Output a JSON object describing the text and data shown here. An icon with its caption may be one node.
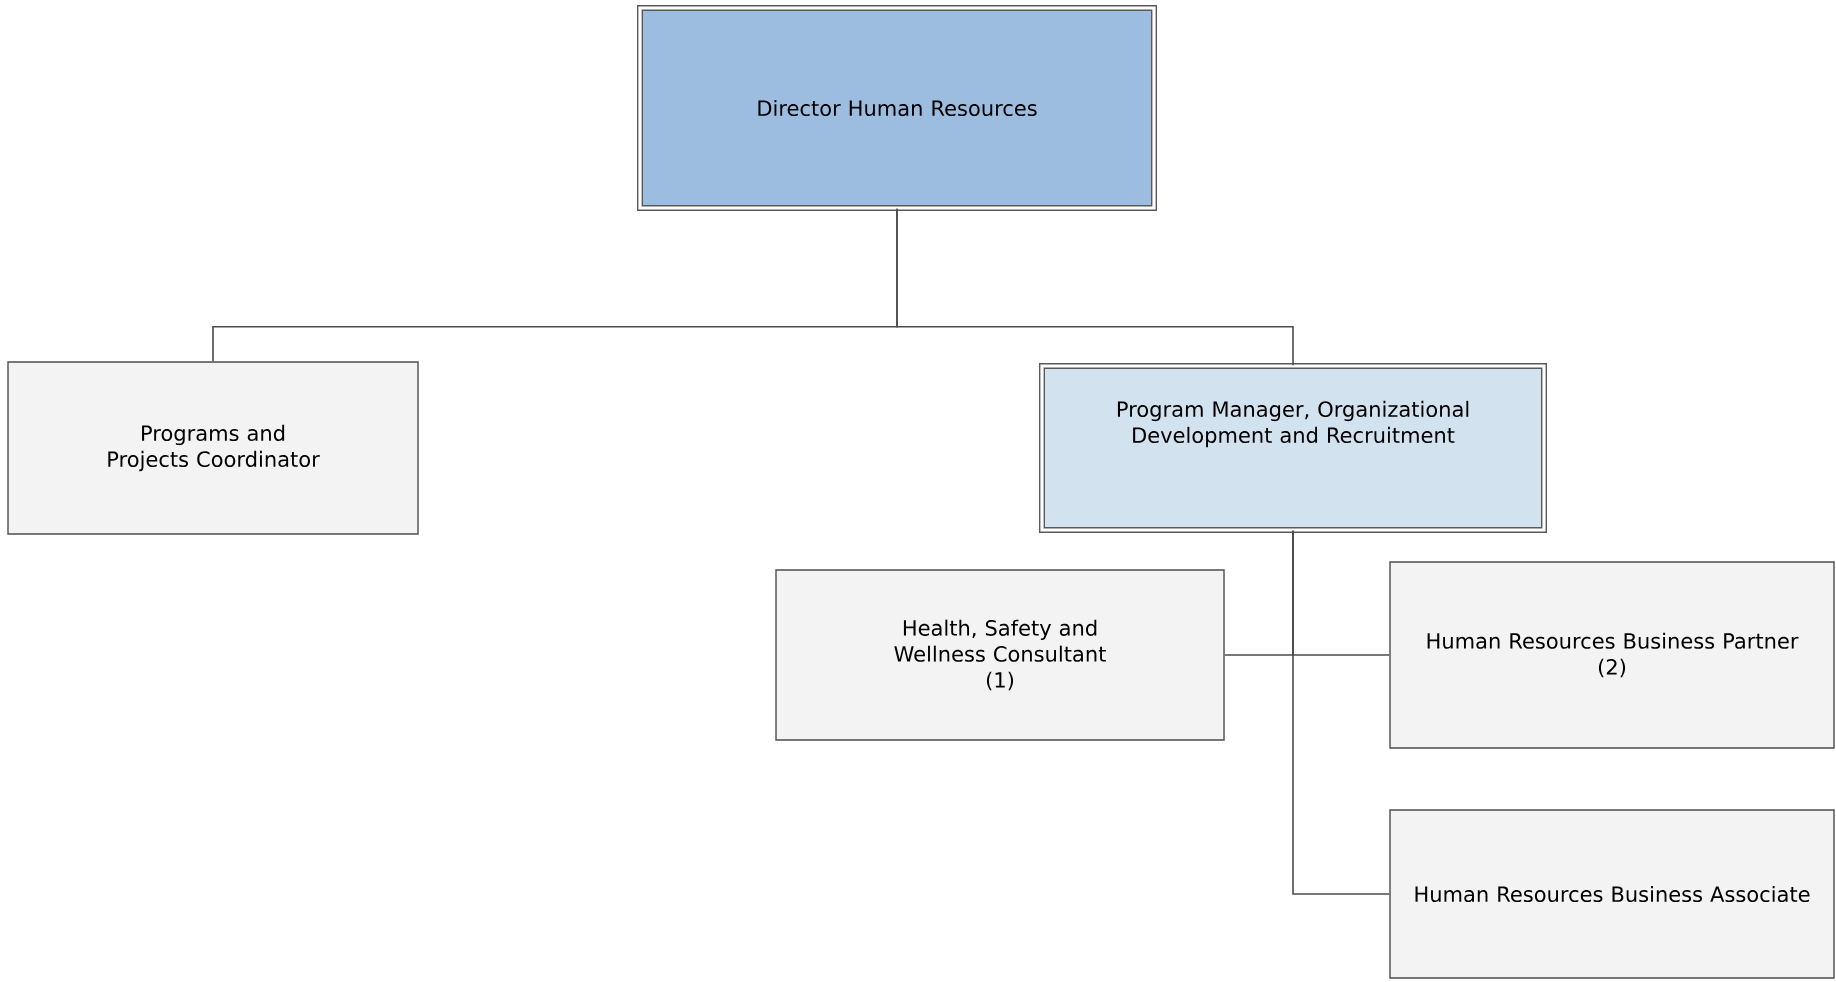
{
  "diagram": {
    "nodes": [
      {
        "text": [
          "Director Human Resources"
        ]
      },
      {
        "text": [
          "Programs and Projects Coordinator"
        ]
      },
      {
        "text": [
          "Program Manager, Organizational Development and Recruitment"
        ]
      },
      {
        "text": [
          "Health, Safety and Wellness Consultant",
          "(1)"
        ]
      },
      {
        "text": [
          "Human Resources Business Partner",
          "(2)"
        ]
      },
      {
        "text": [
          "Human Resources Business Associate"
        ]
      }
    ],
    "edges": [
      {
        "from": 0,
        "to": 1,
        "arrow": "none"
      },
      {
        "from": 0,
        "to": 2,
        "arrow": "none"
      },
      {
        "from": 2,
        "to": 3,
        "arrow": "none"
      },
      {
        "from": 2,
        "to": 4,
        "arrow": "none"
      },
      {
        "from": 2,
        "to": 5,
        "arrow": "none"
      }
    ]
  }
}
